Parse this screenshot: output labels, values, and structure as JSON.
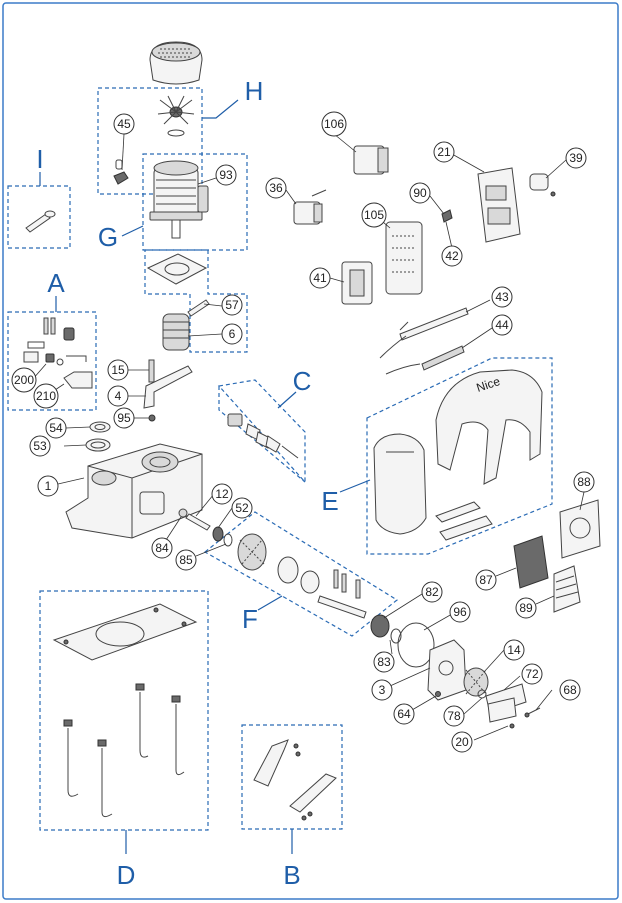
{
  "callouts": [
    {
      "id": "c1",
      "label": "1"
    },
    {
      "id": "c3",
      "label": "3"
    },
    {
      "id": "c4",
      "label": "4"
    },
    {
      "id": "c6",
      "label": "6"
    },
    {
      "id": "c12",
      "label": "12"
    },
    {
      "id": "c14",
      "label": "14"
    },
    {
      "id": "c15",
      "label": "15"
    },
    {
      "id": "c20",
      "label": "20"
    },
    {
      "id": "c21",
      "label": "21"
    },
    {
      "id": "c36",
      "label": "36"
    },
    {
      "id": "c39",
      "label": "39"
    },
    {
      "id": "c41",
      "label": "41"
    },
    {
      "id": "c42",
      "label": "42"
    },
    {
      "id": "c43",
      "label": "43"
    },
    {
      "id": "c44",
      "label": "44"
    },
    {
      "id": "c45",
      "label": "45"
    },
    {
      "id": "c52",
      "label": "52"
    },
    {
      "id": "c53",
      "label": "53"
    },
    {
      "id": "c54",
      "label": "54"
    },
    {
      "id": "c57",
      "label": "57"
    },
    {
      "id": "c64",
      "label": "64"
    },
    {
      "id": "c68",
      "label": "68"
    },
    {
      "id": "c72",
      "label": "72"
    },
    {
      "id": "c78",
      "label": "78"
    },
    {
      "id": "c82",
      "label": "82"
    },
    {
      "id": "c83",
      "label": "83"
    },
    {
      "id": "c84",
      "label": "84"
    },
    {
      "id": "c85",
      "label": "85"
    },
    {
      "id": "c87",
      "label": "87"
    },
    {
      "id": "c88",
      "label": "88"
    },
    {
      "id": "c89",
      "label": "89"
    },
    {
      "id": "c90",
      "label": "90"
    },
    {
      "id": "c93",
      "label": "93"
    },
    {
      "id": "c95",
      "label": "95"
    },
    {
      "id": "c96",
      "label": "96"
    },
    {
      "id": "c105",
      "label": "105"
    },
    {
      "id": "c106",
      "label": "106"
    },
    {
      "id": "c200",
      "label": "200"
    },
    {
      "id": "c210",
      "label": "210"
    }
  ],
  "groups": [
    {
      "id": "gA",
      "label": "A"
    },
    {
      "id": "gB",
      "label": "B"
    },
    {
      "id": "gC",
      "label": "C"
    },
    {
      "id": "gD",
      "label": "D"
    },
    {
      "id": "gE",
      "label": "E"
    },
    {
      "id": "gF",
      "label": "F"
    },
    {
      "id": "gG",
      "label": "G"
    },
    {
      "id": "gH",
      "label": "H"
    },
    {
      "id": "gI",
      "label": "I"
    }
  ],
  "colors": {
    "group_label": "#1f5ea8",
    "frame": "#3b7bc8",
    "dashed_box": "#2a6bb5"
  },
  "cover_logo": "Nice"
}
